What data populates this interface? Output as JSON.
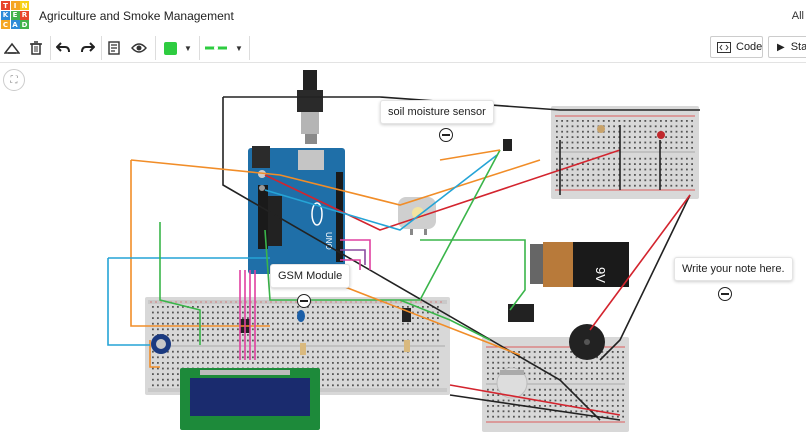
{
  "app": {
    "logo_letters": [
      "T",
      "I",
      "N",
      "K",
      "E",
      "R",
      "C",
      "A",
      "D"
    ],
    "logo_colors": [
      "#e8452c",
      "#f5a623",
      "#f7d117",
      "#2e8bd8",
      "#41b34b",
      "#e8452c",
      "#f5a623",
      "#2e8bd8",
      "#41b34b"
    ],
    "title": "Agriculture and Smoke Management",
    "all_label": "All"
  },
  "toolbar": {
    "rotate_icon": "rotate-icon",
    "delete_icon": "trash-icon",
    "undo_icon": "undo-icon",
    "redo_icon": "redo-icon",
    "notes_icon": "notes-icon",
    "view_icon": "eye-icon",
    "fill_color": "#2ecc40",
    "wire_color": "#2ecc40",
    "code_label": "Code",
    "start_label": "Sta"
  },
  "canvas": {
    "notes": {
      "soil": "soil moisture sensor",
      "gsm": "GSM Module",
      "write": "Write your note here."
    },
    "battery_label": "9V",
    "arduino_label": "UNO"
  }
}
